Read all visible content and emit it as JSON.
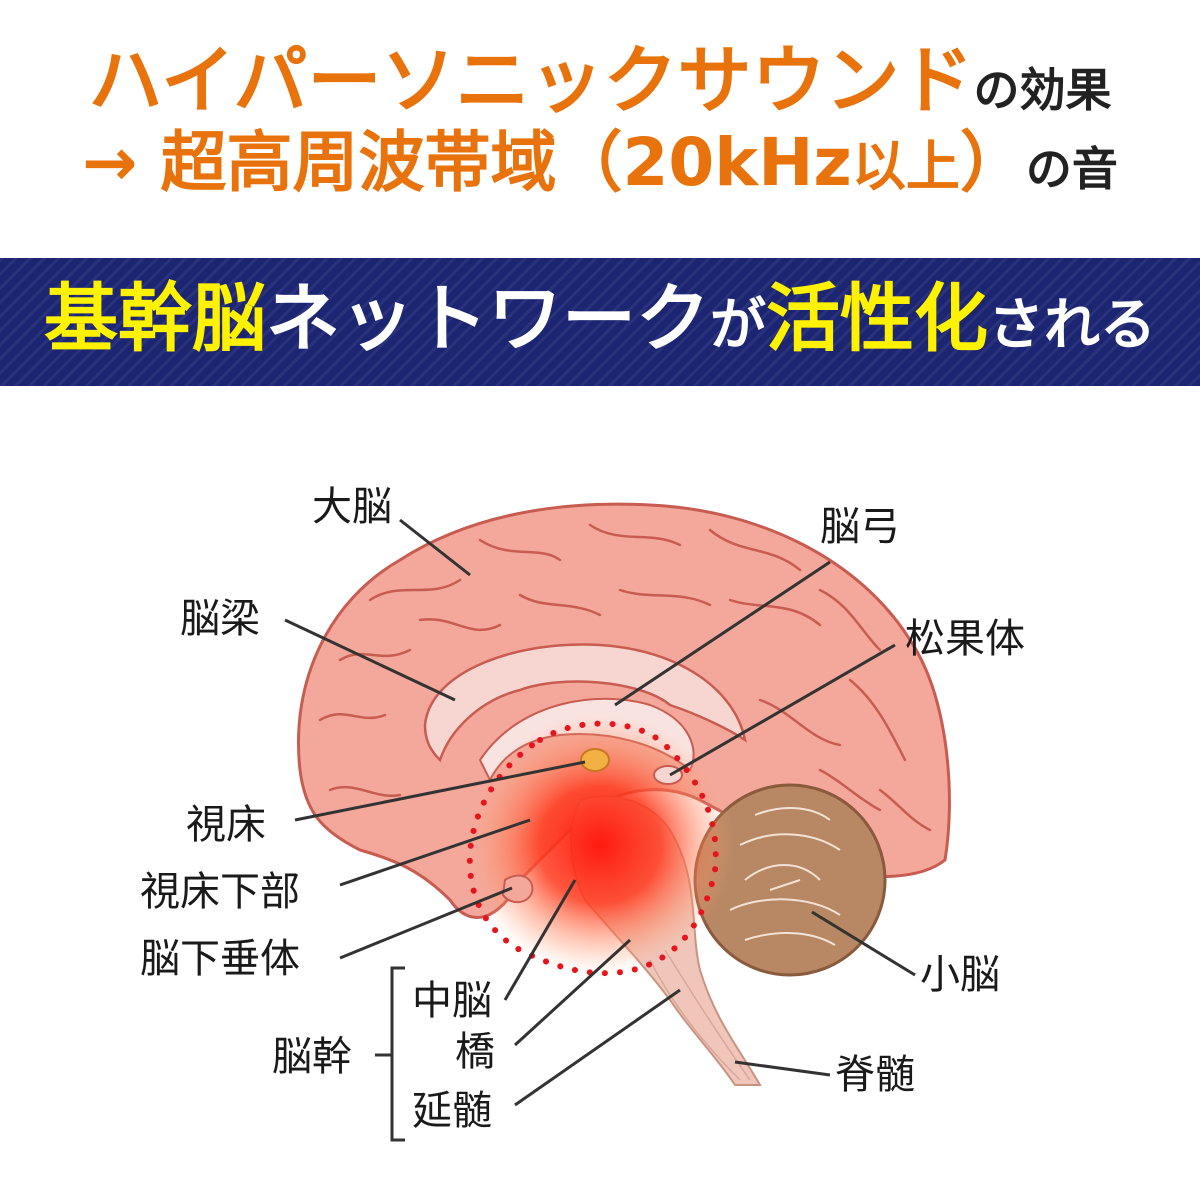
{
  "title": {
    "line1_main": "ハイパーソニックサウンド",
    "line1_suffix": "の効果",
    "line2_arrow": "→",
    "line2_main": "超高周波帯域",
    "line2_paren_open": "（",
    "line2_freq": "20kHz",
    "line2_freq_suffix": "以上",
    "line2_paren_close": "）",
    "line2_suffix": "の音"
  },
  "banner": {
    "part1": "基幹脳",
    "part2": "ネットワーク",
    "part3": "が",
    "part4": "活性化",
    "part5": "される"
  },
  "labels": {
    "cerebrum": "大脳",
    "corpus_callosum": "脳梁",
    "fornix": "脳弓",
    "pineal_body": "松果体",
    "thalamus": "視床",
    "hypothalamus": "視床下部",
    "pituitary": "脳下垂体",
    "cerebellum": "小脳",
    "brainstem": "脳幹",
    "midbrain": "中脳",
    "pons": "橋",
    "medulla": "延髄",
    "spinal_cord": "脊髄"
  },
  "colors": {
    "title_orange": "#e8730c",
    "banner_navy": "#1c2572",
    "banner_yellow": "#fff200",
    "highlight_red": "#e8141c",
    "brain_pink": "#f3a89b",
    "cerebellum_brown": "#b88763"
  }
}
